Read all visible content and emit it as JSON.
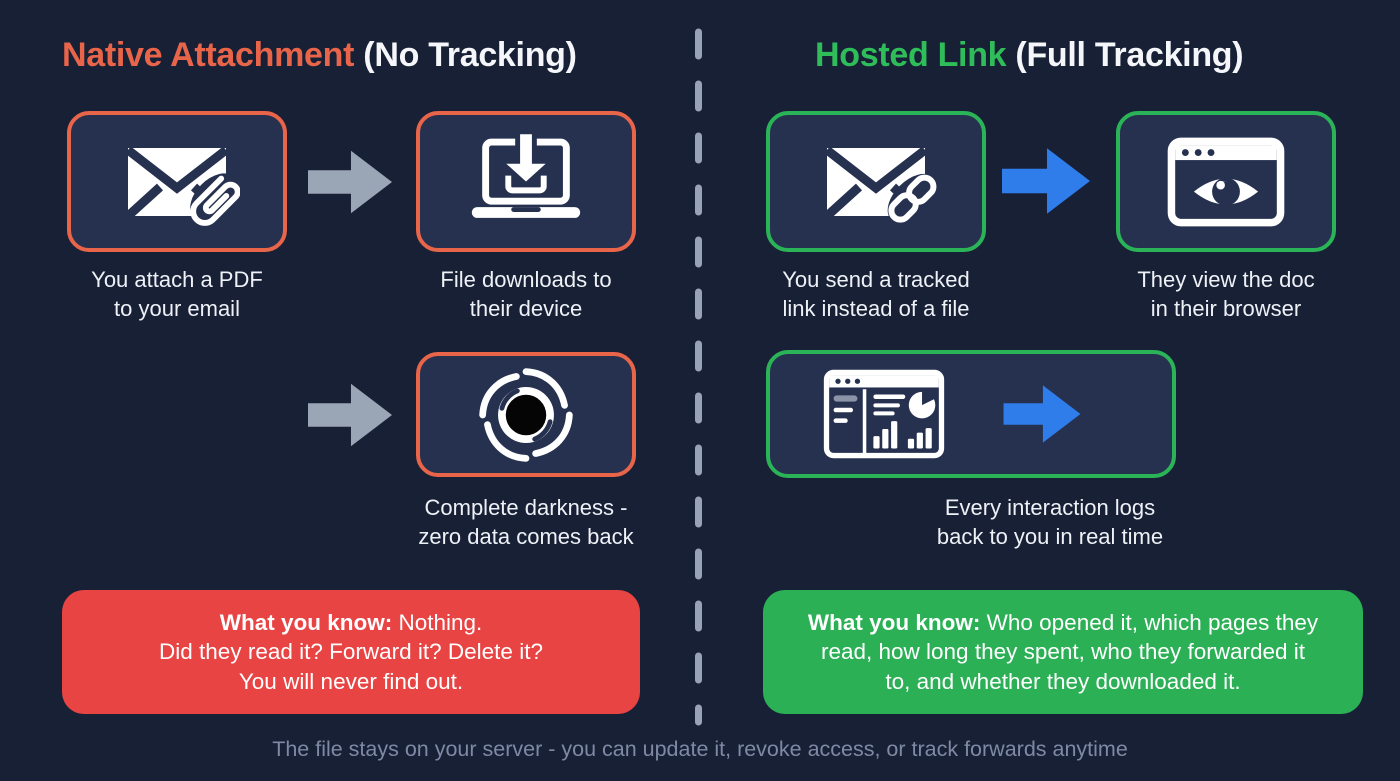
{
  "left": {
    "title_highlight": "Native Attachment",
    "title_rest": " (No Tracking)",
    "captions": {
      "attach": "You attach a PDF\nto your email",
      "download": "File downloads to\ntheir device",
      "void": "Complete darkness -\nzero data comes back"
    },
    "summary": {
      "label": "What you know:",
      "line1_rest": " Nothing.",
      "line2": "Did they read it? Forward it? Delete it?",
      "line3": "You will never find out."
    }
  },
  "right": {
    "title_highlight": "Hosted Link",
    "title_rest": " (Full Tracking)",
    "captions": {
      "send": "You send a tracked\nlink instead of a file",
      "view": "They view the doc\nin their browser",
      "logs": "Every interaction logs\nback to you in real time"
    },
    "summary": {
      "label": "What you know:",
      "line1_rest": " Who opened it, which pages they",
      "line2": "read, how long they spent, who they forwarded it",
      "line3": "to, and whether they downloaded it."
    }
  },
  "footer": "The file stays on your server - you can update it, revoke access, or track forwards anytime",
  "icons": {
    "left_column": [
      "envelope-paperclip-icon",
      "laptop-download-icon",
      "black-hole-icon"
    ],
    "right_column": [
      "envelope-link-icon",
      "browser-eye-icon",
      "analytics-dashboard-icon"
    ],
    "arrows": [
      "gray-arrow-right-icon",
      "blue-arrow-right-icon"
    ]
  },
  "colors": {
    "background": "#182036",
    "panel_fill": "#263150",
    "orange_accent": "#E9654A",
    "green_accent": "#2EBD59",
    "red_summary_box": "#E84444",
    "green_summary_box": "#2BB056",
    "blue_arrow": "#2F7CEB",
    "gray_arrow": "#9AA5B5",
    "divider": "#99A3B8",
    "footer_text": "#7E89A3"
  }
}
